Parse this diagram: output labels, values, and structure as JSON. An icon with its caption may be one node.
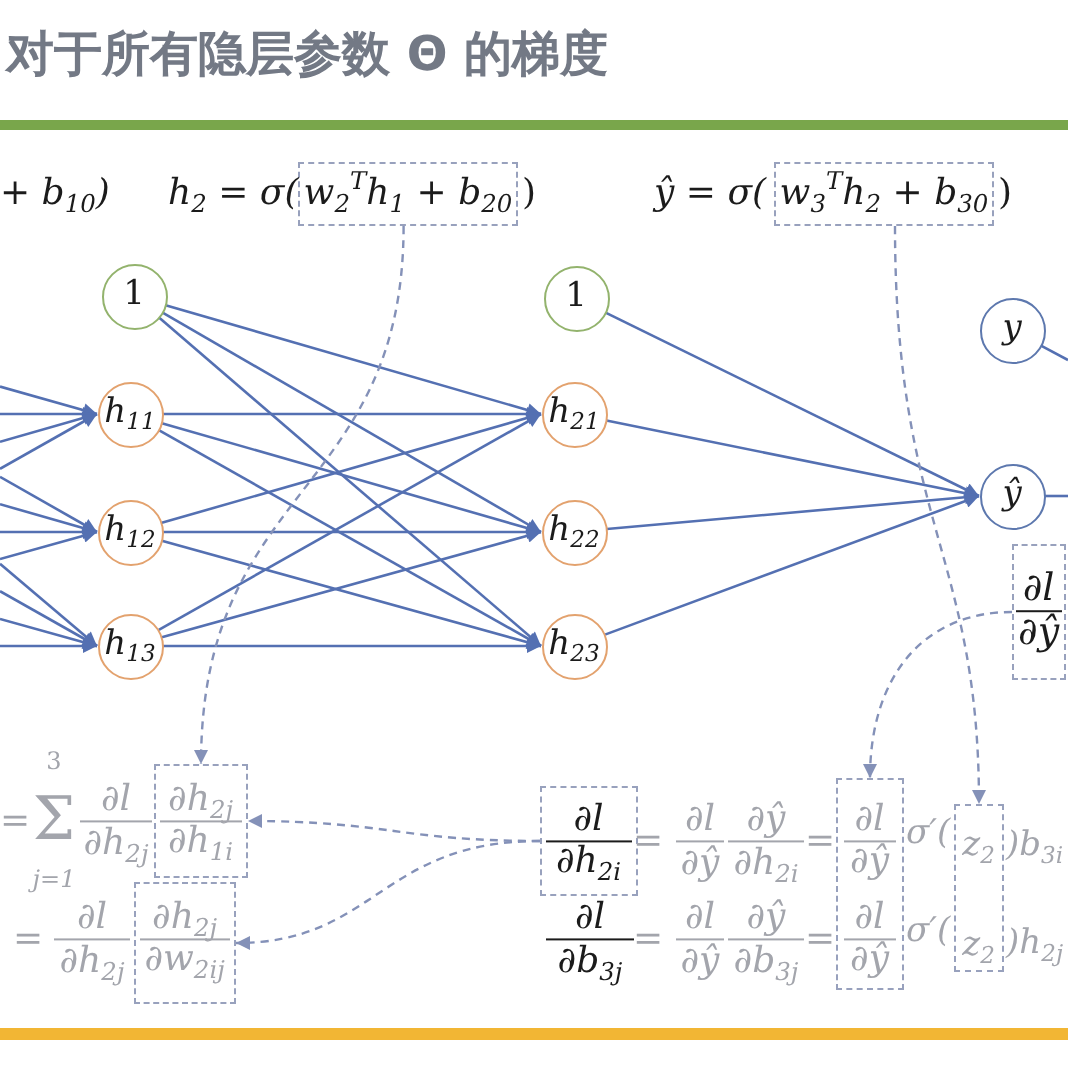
{
  "diagram": {
    "title": "对于所有隐层参数 Θ 的梯度",
    "nodes": [
      {
        "text": [
          "w$_{2}$$^{T}$h$_{1}$ + b$_{20}$"
        ]
      },
      {
        "text": [
          "w$_{3}$$^{T}$h$_{2}$ + b$_{30}$"
        ]
      },
      {
        "text": [
          "1"
        ]
      },
      {
        "text": [
          "h$_{11}$"
        ]
      },
      {
        "text": [
          "h$_{12}$"
        ]
      },
      {
        "text": [
          "h$_{13}$"
        ]
      },
      {
        "text": [
          "1"
        ]
      },
      {
        "text": [
          "h$_{21}$"
        ]
      },
      {
        "text": [
          "h$_{22}$"
        ]
      },
      {
        "text": [
          "h$_{23}$"
        ]
      },
      {
        "text": [
          "y"
        ]
      },
      {
        "text": [
          "ŷ"
        ]
      },
      {
        "text": [
          "∂l",
          "∂ŷ"
        ]
      },
      {
        "text": [
          "∂h$_{2j}$",
          "∂h$_{1i}$"
        ]
      },
      {
        "text": [
          "∂l",
          "∂h$_{2i}$"
        ]
      },
      {
        "text": [
          "∂l",
          "∂ŷ",
          "∂l",
          "∂ŷ"
        ]
      },
      {
        "text": [
          "z$_{2}$",
          "z$_{2}$"
        ]
      },
      {
        "text": [
          "∂h$_{2j}$",
          "∂w$_{2ij}$"
        ]
      }
    ],
    "edges": [
      {
        "from": null,
        "to": 3,
        "arrow": "to"
      },
      {
        "from": null,
        "to": 3,
        "arrow": "to"
      },
      {
        "from": null,
        "to": 3,
        "arrow": "to"
      },
      {
        "from": null,
        "to": 3,
        "arrow": "to"
      },
      {
        "from": null,
        "to": 4,
        "arrow": "to"
      },
      {
        "from": null,
        "to": 4,
        "arrow": "to"
      },
      {
        "from": null,
        "to": 4,
        "arrow": "to"
      },
      {
        "from": null,
        "to": 4,
        "arrow": "to"
      },
      {
        "from": null,
        "to": 5,
        "arrow": "to"
      },
      {
        "from": null,
        "to": 5,
        "arrow": "to"
      },
      {
        "from": null,
        "to": 5,
        "arrow": "to"
      },
      {
        "from": null,
        "to": 5,
        "arrow": "to"
      },
      {
        "from": 2,
        "to": 7,
        "arrow": "to"
      },
      {
        "from": 2,
        "to": 8,
        "arrow": "to"
      },
      {
        "from": 2,
        "to": 9,
        "arrow": "to"
      },
      {
        "from": 3,
        "to": 7,
        "arrow": "to"
      },
      {
        "from": 3,
        "to": 8,
        "arrow": "to"
      },
      {
        "from": 3,
        "to": 9,
        "arrow": "to"
      },
      {
        "from": 4,
        "to": 7,
        "arrow": "to"
      },
      {
        "from": 4,
        "to": 8,
        "arrow": "to"
      },
      {
        "from": 4,
        "to": 9,
        "arrow": "to"
      },
      {
        "from": 5,
        "to": 7,
        "arrow": "to"
      },
      {
        "from": 5,
        "to": 8,
        "arrow": "to"
      },
      {
        "from": 5,
        "to": 9,
        "arrow": "to"
      },
      {
        "from": 6,
        "to": 11,
        "arrow": "to"
      },
      {
        "from": 7,
        "to": 11,
        "arrow": "to"
      },
      {
        "from": 8,
        "to": 11,
        "arrow": "to"
      },
      {
        "from": 9,
        "to": 11,
        "arrow": "to"
      },
      {
        "from": 10,
        "to": null,
        "arrow": "none"
      },
      {
        "from": 11,
        "to": null,
        "arrow": "none"
      },
      {
        "from": 0,
        "to": 13,
        "arrow": "to",
        "style": "dashed",
        "color": "#8491b8"
      },
      {
        "from": 1,
        "to": 16,
        "arrow": "to",
        "style": "dashed",
        "color": "#8491b8"
      },
      {
        "from": 12,
        "to": 15,
        "arrow": "to",
        "style": "dashed",
        "color": "#8491b8"
      },
      {
        "from": 14,
        "to": 13,
        "arrow": "to",
        "style": "dashed",
        "color": "#8491b8"
      },
      {
        "from": 14,
        "to": 17,
        "arrow": "to",
        "style": "dashed",
        "color": "#8491b8"
      }
    ],
    "labels": [
      "+ b$_{10}$)",
      "h$_{2}$ = σ(",
      ")",
      "ŷ = σ(",
      ")",
      "3",
      "=",
      "Σ",
      "j=1",
      "∂l",
      "∂h$_{2j}$",
      "=",
      "∂l",
      "∂ŷ",
      "∂ŷ",
      "∂h$_{2i}$",
      "=",
      "σ′(",
      ")b$_{3i}$",
      "=",
      "∂l",
      "∂h$_{2j}$",
      "∂l",
      "∂b$_{3j}$",
      "=",
      "∂l",
      "∂ŷ",
      "∂ŷ",
      "∂b$_{3j}$",
      "=",
      "σ′(",
      ")h$_{2j}$"
    ]
  }
}
